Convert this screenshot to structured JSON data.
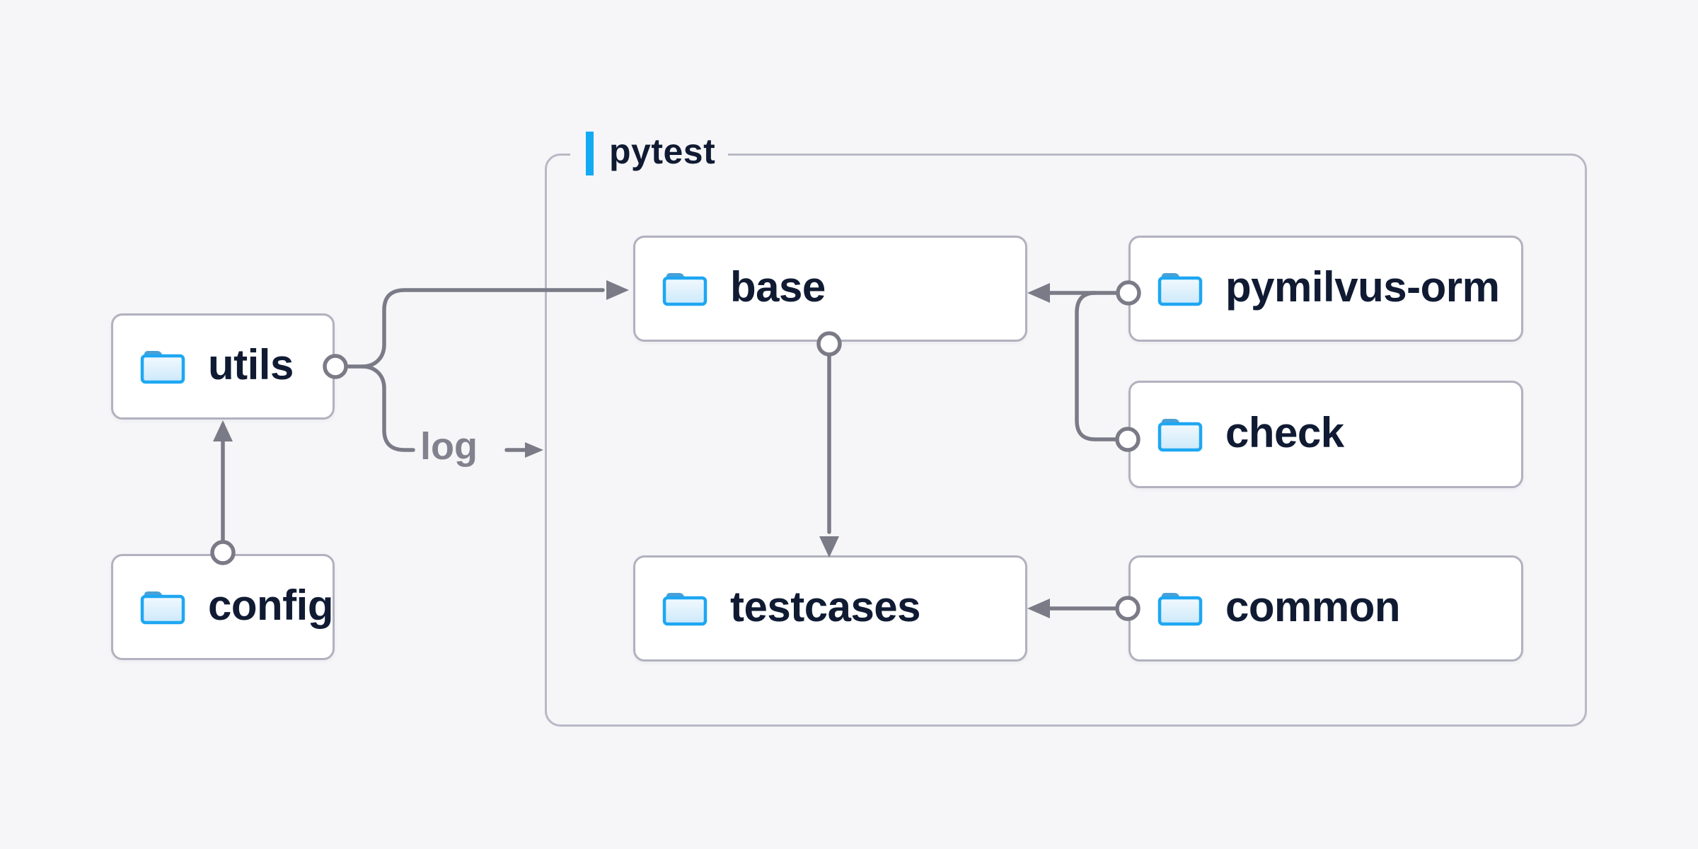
{
  "page": {
    "background": "#f6f6f8"
  },
  "group": {
    "label": "pytest",
    "accent_bar_color": "#12aaf2",
    "border_color": "#b9b9c6"
  },
  "nodes": {
    "utils": {
      "label": "utils",
      "icon": "folder-icon"
    },
    "config": {
      "label": "config",
      "icon": "folder-icon"
    },
    "base": {
      "label": "base",
      "icon": "folder-icon"
    },
    "testcases": {
      "label": "testcases",
      "icon": "folder-icon"
    },
    "pymilvus_orm": {
      "label": "pymilvus-orm",
      "icon": "folder-icon"
    },
    "check": {
      "label": "check",
      "icon": "folder-icon"
    },
    "common": {
      "label": "common",
      "icon": "folder-icon"
    }
  },
  "edges": {
    "log_label": "log",
    "list": [
      {
        "from": "config",
        "to": "utils"
      },
      {
        "from": "utils",
        "to": "base"
      },
      {
        "from": "utils",
        "to": "log"
      },
      {
        "from": "pymilvus-orm",
        "to": "base"
      },
      {
        "from": "check",
        "to": "base"
      },
      {
        "from": "base",
        "to": "testcases"
      },
      {
        "from": "common",
        "to": "testcases"
      }
    ]
  },
  "colors": {
    "node_fill": "#ffffff",
    "node_border": "#b1b1bf",
    "group_border": "#b9b9c6",
    "connector": "#7b7b87",
    "label_text": "#101b33",
    "log_text": "#82828e",
    "folder_outline": "#1ea7f2",
    "folder_fill_light": "#f0f8fe",
    "folder_fill_dark": "#cde9fb",
    "folder_tab": "#4aa0d6"
  }
}
